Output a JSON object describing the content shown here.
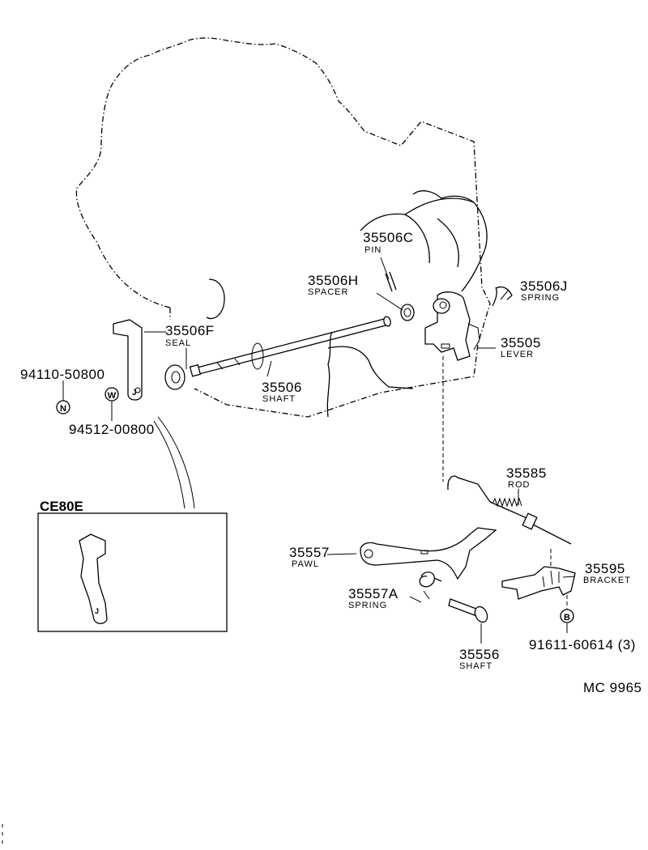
{
  "parts": {
    "p35506C": {
      "number": "35506C",
      "name": "PIN"
    },
    "p35506H": {
      "number": "35506H",
      "name": "SPACER"
    },
    "p35506J": {
      "number": "35506J",
      "name": "SPRING"
    },
    "p35506F": {
      "number": "35506F",
      "name": "SEAL"
    },
    "p35505": {
      "number": "35505",
      "name": "LEVER"
    },
    "p35506": {
      "number": "35506",
      "name": "SHAFT"
    },
    "p94110": {
      "number": "94110-50800",
      "symbol": "N"
    },
    "p94512": {
      "number": "94512-00800",
      "symbol": "W"
    },
    "p35585": {
      "number": "35585",
      "name": "ROD"
    },
    "p35557": {
      "number": "35557",
      "name": "PAWL"
    },
    "p35595": {
      "number": "35595",
      "name": "BRACKET"
    },
    "p35557A": {
      "number": "35557A",
      "name": "SPRING"
    },
    "p91611": {
      "number": "91611-60614 (3)",
      "symbol": "B"
    },
    "p35556": {
      "number": "35556",
      "name": "SHAFT"
    }
  },
  "inset": {
    "label": "CE80E"
  },
  "code": "MC 9965"
}
